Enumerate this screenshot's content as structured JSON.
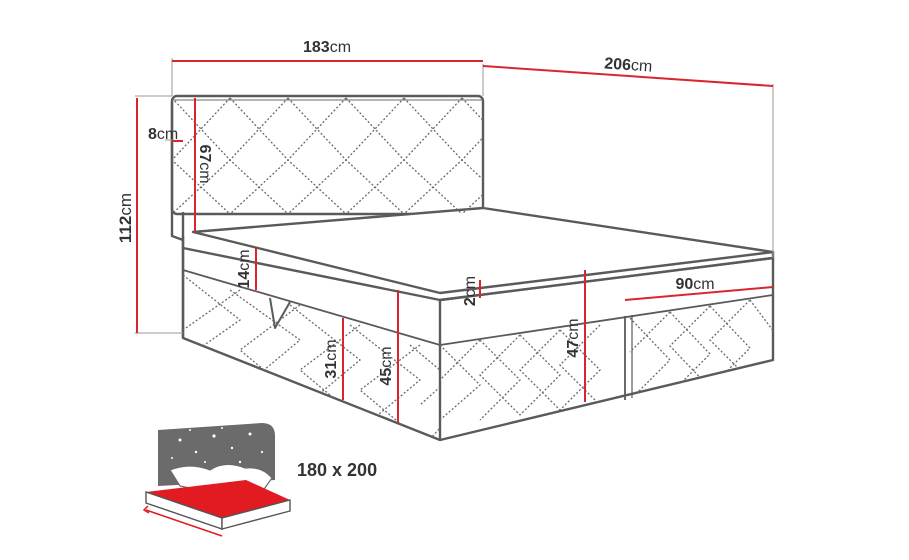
{
  "dimensions": {
    "width": {
      "value": "183",
      "unit": "cm"
    },
    "length": {
      "value": "206",
      "unit": "cm"
    },
    "headboard_thickness": {
      "value": "8",
      "unit": "cm"
    },
    "headboard_height": {
      "value": "67",
      "unit": "cm"
    },
    "total_height": {
      "value": "112",
      "unit": "cm"
    },
    "topper_height": {
      "value": "14",
      "unit": "cm"
    },
    "mattress_height": {
      "value": "2",
      "unit": "cm"
    },
    "box_width": {
      "value": "90",
      "unit": "cm"
    },
    "storage_depth": {
      "value": "31",
      "unit": "cm"
    },
    "side_height": {
      "value": "45",
      "unit": "cm"
    },
    "front_height": {
      "value": "47",
      "unit": "cm"
    }
  },
  "sleeping_area": "180 x 200",
  "colors": {
    "outline": "#5a5a5a",
    "dimension_line": "#d9262e",
    "guide_line": "#9a9a9a",
    "text": "#333333",
    "icon_dark": "#6b6b6b",
    "icon_red": "#e21b22"
  }
}
